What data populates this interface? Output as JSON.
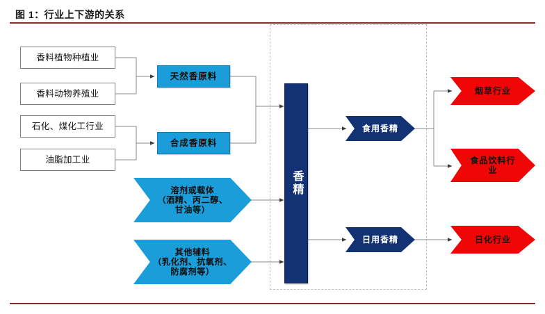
{
  "figure": {
    "title": "图 1：行业上下游的关系",
    "colors": {
      "rule": "#8c2b2b",
      "cyan": "#1b9dd9",
      "navy": "#123274",
      "red": "#f00606",
      "box_border": "#7f7f7f",
      "dashed_border": "#bcbcbc",
      "wire": "#8a8a8a"
    }
  },
  "upstream": {
    "raw_sources": [
      {
        "label": "香料植物种植业"
      },
      {
        "label": "香料动物养殖业"
      },
      {
        "label": "石化、煤化工行业"
      },
      {
        "label": "油脂加工业"
      }
    ],
    "materials": [
      {
        "label": "天然香原料"
      },
      {
        "label": "合成香原料"
      }
    ],
    "additives": [
      {
        "line1": "溶剂或载体",
        "line2": "（酒精、丙二醇、",
        "line3": "甘油等）"
      },
      {
        "line1": "其他辅料",
        "line2": "（乳化剂、抗氧剂、",
        "line3": "防腐剂等）"
      }
    ]
  },
  "midstream": {
    "core": {
      "label": "香精"
    }
  },
  "categories": [
    {
      "label": "食用香精"
    },
    {
      "label": "日用香精"
    }
  ],
  "downstream": [
    {
      "label": "烟草行业"
    },
    {
      "line1": "食品饮料行",
      "line2": "业"
    },
    {
      "label": "日化行业"
    }
  ]
}
